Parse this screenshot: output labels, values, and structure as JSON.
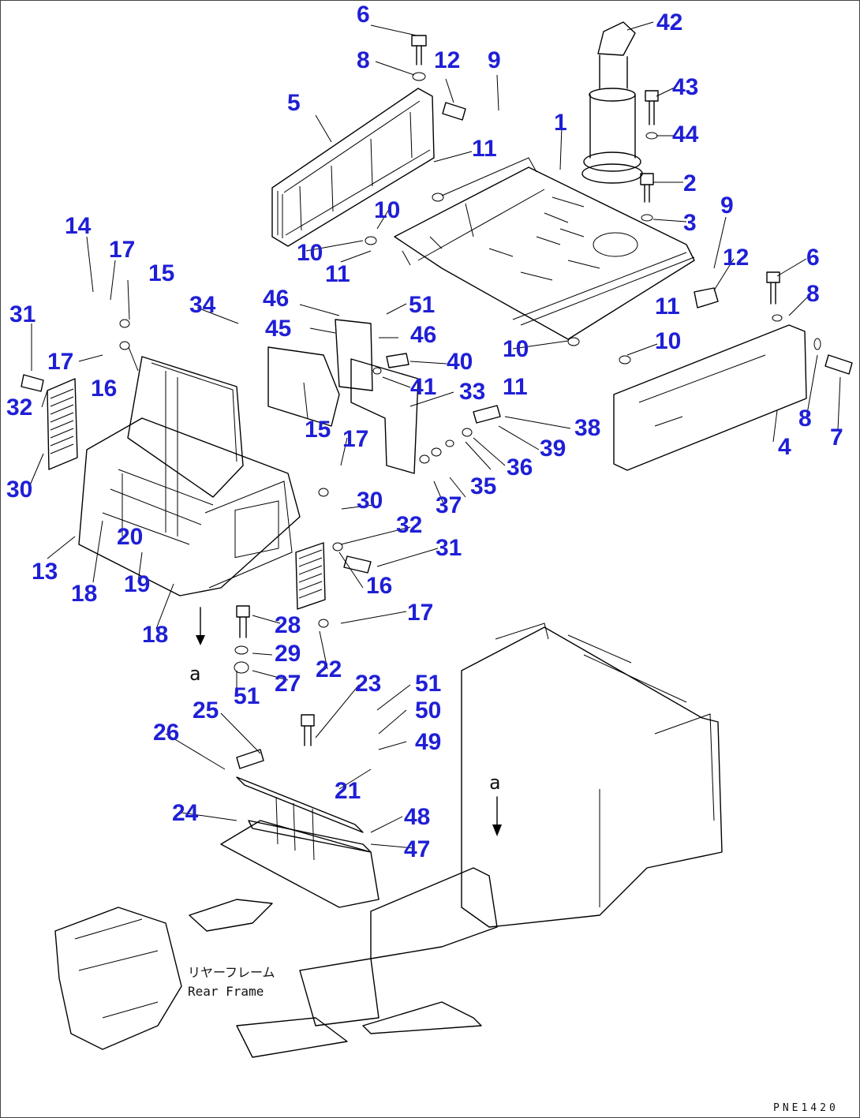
{
  "diagram": {
    "footer_code": "PNE1420",
    "view_marker": "a",
    "part_label_jp": "リヤーフレーム",
    "part_label_en": "Rear Frame",
    "callouts": [
      {
        "id": "c1",
        "text": "6"
      },
      {
        "id": "c2",
        "text": "42"
      },
      {
        "id": "c3",
        "text": "8"
      },
      {
        "id": "c4",
        "text": "12"
      },
      {
        "id": "c5",
        "text": "9"
      },
      {
        "id": "c6",
        "text": "43"
      },
      {
        "id": "c7",
        "text": "5"
      },
      {
        "id": "c8",
        "text": "1"
      },
      {
        "id": "c9",
        "text": "44"
      },
      {
        "id": "c10",
        "text": "11"
      },
      {
        "id": "c11",
        "text": "2"
      },
      {
        "id": "c12",
        "text": "10"
      },
      {
        "id": "c13",
        "text": "3"
      },
      {
        "id": "c14",
        "text": "9"
      },
      {
        "id": "c15",
        "text": "14"
      },
      {
        "id": "c16",
        "text": "17"
      },
      {
        "id": "c17",
        "text": "10"
      },
      {
        "id": "c18",
        "text": "12"
      },
      {
        "id": "c19",
        "text": "6"
      },
      {
        "id": "c20",
        "text": "15"
      },
      {
        "id": "c21",
        "text": "11"
      },
      {
        "id": "c22",
        "text": "8"
      },
      {
        "id": "c23",
        "text": "31"
      },
      {
        "id": "c24",
        "text": "34"
      },
      {
        "id": "c25",
        "text": "46"
      },
      {
        "id": "c26",
        "text": "51"
      },
      {
        "id": "c27",
        "text": "11"
      },
      {
        "id": "c28",
        "text": "45"
      },
      {
        "id": "c29",
        "text": "46"
      },
      {
        "id": "c30",
        "text": "10"
      },
      {
        "id": "c31",
        "text": "10"
      },
      {
        "id": "c32",
        "text": "17"
      },
      {
        "id": "c33",
        "text": "40"
      },
      {
        "id": "c34",
        "text": "16"
      },
      {
        "id": "c35",
        "text": "41"
      },
      {
        "id": "c36",
        "text": "11"
      },
      {
        "id": "c37",
        "text": "33"
      },
      {
        "id": "c38",
        "text": "32"
      },
      {
        "id": "c39",
        "text": "15"
      },
      {
        "id": "c40",
        "text": "38"
      },
      {
        "id": "c41",
        "text": "8"
      },
      {
        "id": "c42",
        "text": "7"
      },
      {
        "id": "c43",
        "text": "4"
      },
      {
        "id": "c44",
        "text": "39"
      },
      {
        "id": "c45",
        "text": "36"
      },
      {
        "id": "c46",
        "text": "30"
      },
      {
        "id": "c47",
        "text": "17"
      },
      {
        "id": "c48",
        "text": "35"
      },
      {
        "id": "c49",
        "text": "30"
      },
      {
        "id": "c50",
        "text": "37"
      },
      {
        "id": "c51",
        "text": "20"
      },
      {
        "id": "c52",
        "text": "32"
      },
      {
        "id": "c53",
        "text": "31"
      },
      {
        "id": "c54",
        "text": "13"
      },
      {
        "id": "c55",
        "text": "18"
      },
      {
        "id": "c56",
        "text": "19"
      },
      {
        "id": "c57",
        "text": "16"
      },
      {
        "id": "c58",
        "text": "28"
      },
      {
        "id": "c59",
        "text": "17"
      },
      {
        "id": "c60",
        "text": "18"
      },
      {
        "id": "c61",
        "text": "29"
      },
      {
        "id": "c62",
        "text": "22"
      },
      {
        "id": "c63",
        "text": "27"
      },
      {
        "id": "c64",
        "text": "51"
      },
      {
        "id": "c65",
        "text": "23"
      },
      {
        "id": "c66",
        "text": "51"
      },
      {
        "id": "c67",
        "text": "25"
      },
      {
        "id": "c68",
        "text": "50"
      },
      {
        "id": "c69",
        "text": "26"
      },
      {
        "id": "c70",
        "text": "49"
      },
      {
        "id": "c71",
        "text": "21"
      },
      {
        "id": "c72",
        "text": "24"
      },
      {
        "id": "c73",
        "text": "48"
      },
      {
        "id": "c74",
        "text": "47"
      }
    ]
  }
}
